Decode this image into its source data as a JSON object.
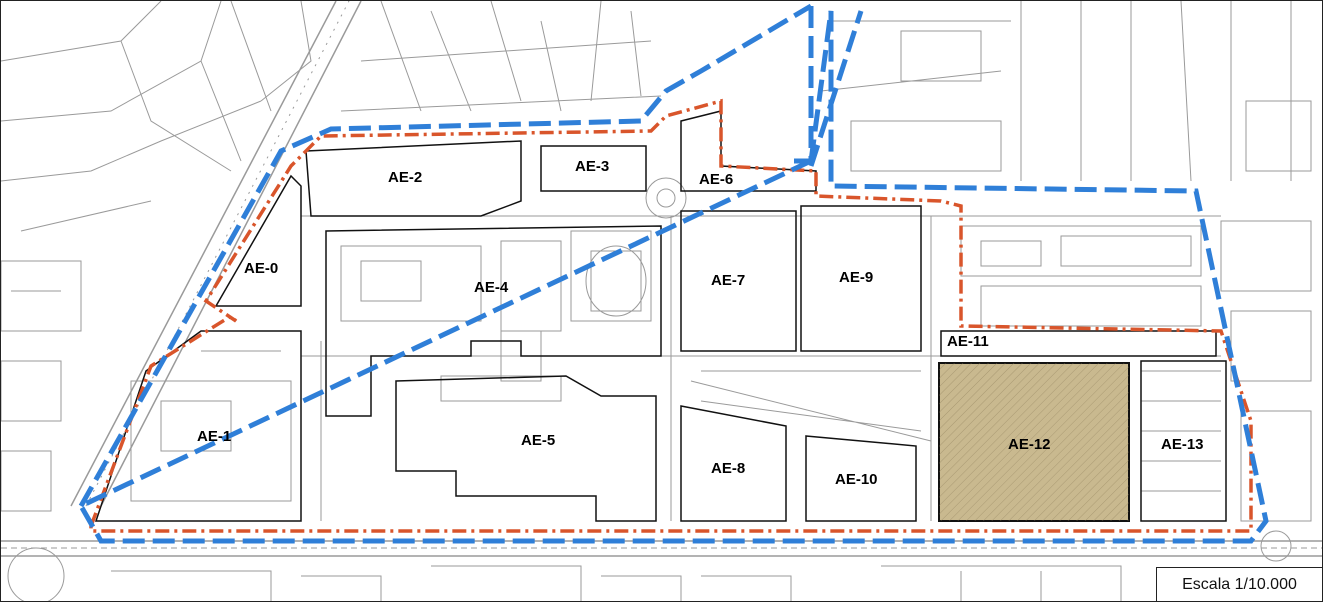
{
  "map": {
    "scale_label": "Escala 1/10.000",
    "colors": {
      "plan_boundary": "#d9552b",
      "area_boundary": "#2f7fd8",
      "parcel_outline": "#111111",
      "highlight_fill": "#c9b98f",
      "basemap_lines": "#9a9a9a"
    },
    "zones": [
      {
        "id": "AE-0",
        "label": "AE-0"
      },
      {
        "id": "AE-1",
        "label": "AE-1"
      },
      {
        "id": "AE-2",
        "label": "AE-2"
      },
      {
        "id": "AE-3",
        "label": "AE-3"
      },
      {
        "id": "AE-4",
        "label": "AE-4"
      },
      {
        "id": "AE-5",
        "label": "AE-5"
      },
      {
        "id": "AE-6",
        "label": "AE-6"
      },
      {
        "id": "AE-7",
        "label": "AE-7"
      },
      {
        "id": "AE-8",
        "label": "AE-8"
      },
      {
        "id": "AE-9",
        "label": "AE-9"
      },
      {
        "id": "AE-10",
        "label": "AE-10"
      },
      {
        "id": "AE-11",
        "label": "AE-11"
      },
      {
        "id": "AE-12",
        "label": "AE-12",
        "highlighted": true
      },
      {
        "id": "AE-13",
        "label": "AE-13"
      }
    ]
  }
}
